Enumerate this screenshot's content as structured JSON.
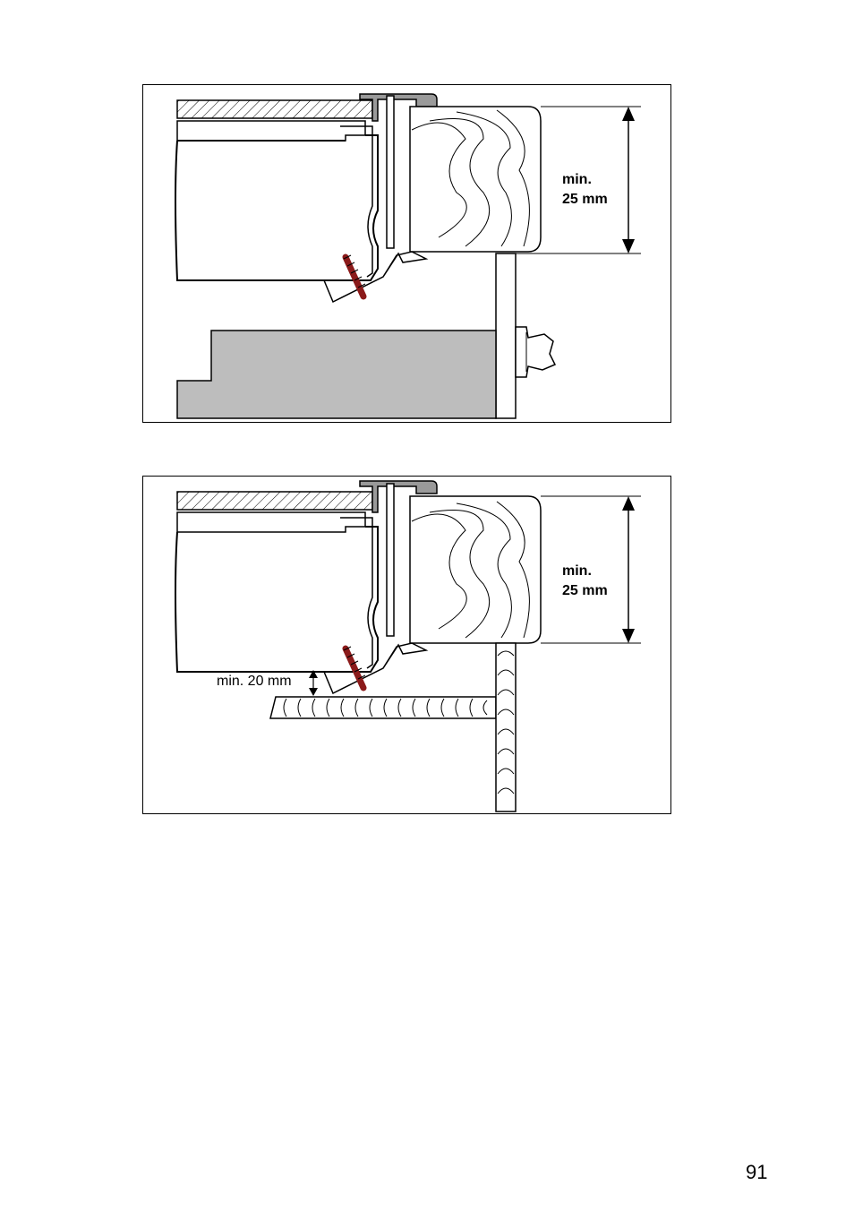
{
  "figures": [
    {
      "dimension_line1": "min.",
      "dimension_line2": "25 mm"
    },
    {
      "dimension_line1": "min.",
      "dimension_line2": "25 mm",
      "gap_label": "min. 20 mm"
    }
  ],
  "page_number": "91",
  "colors": {
    "outline": "#000000",
    "drawer_fill": "#bdbdbd",
    "trim_fill": "#9a9a9a",
    "screw": "#8b1a1a"
  }
}
